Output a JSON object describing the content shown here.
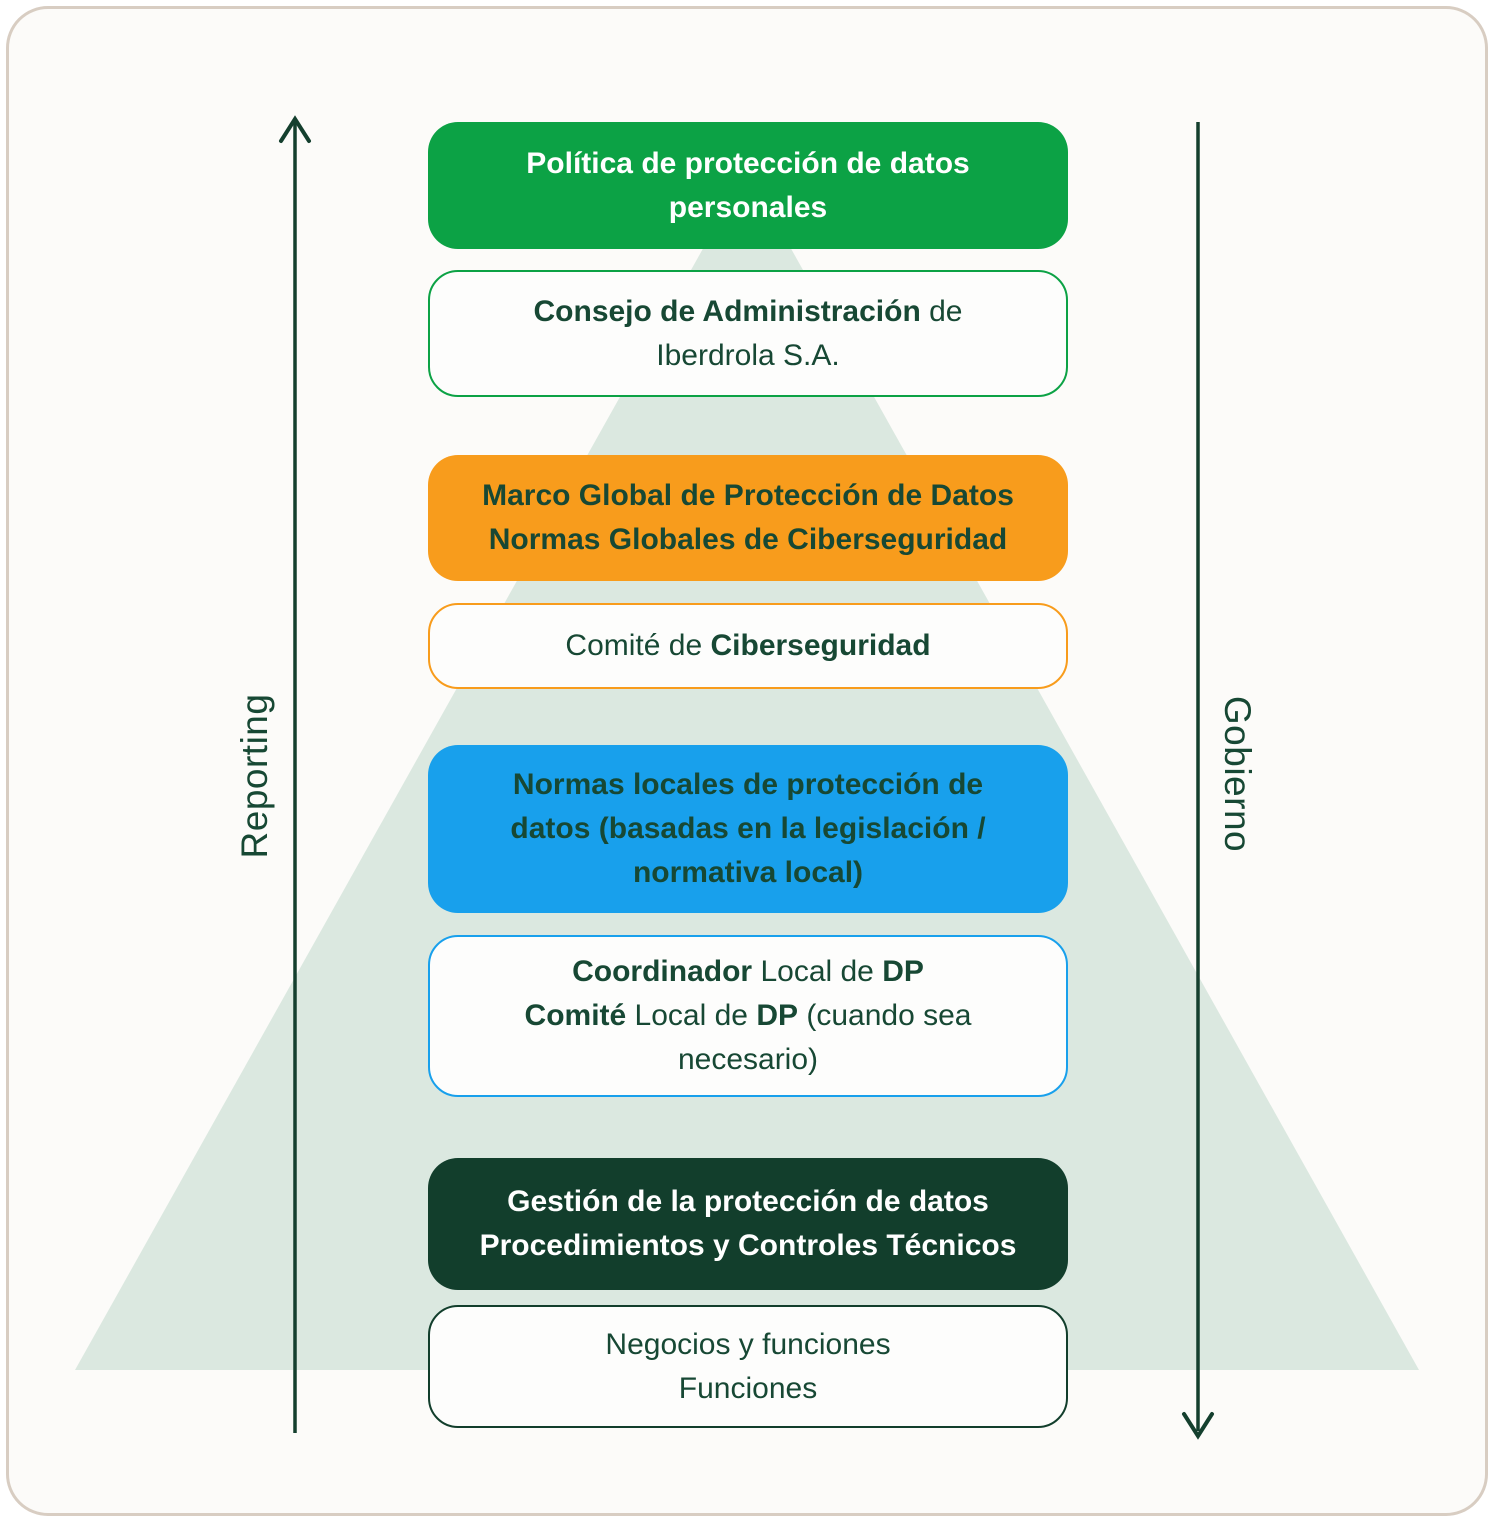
{
  "diagram": {
    "type": "pyramid-hierarchy",
    "subject": "Data protection governance model"
  },
  "left_axis": {
    "label": "Reporting"
  },
  "right_axis": {
    "label": "Gobierno"
  },
  "colors": {
    "green": "#0ca245",
    "orange": "#f89c1c",
    "blue": "#18a0ec",
    "dark_green": "#123e2c",
    "ink_text": "#174834",
    "arrow": "#143f2e",
    "pyramid_fill": "#dbe8e0",
    "card_border": "#d8cdc2",
    "card_background": "#fcfbf9",
    "outline_box_background": "#fdfdfc"
  },
  "boxes": [
    {
      "name": "box-politica-proteccion-datos",
      "variant": "solid-green",
      "lines": [
        [
          {
            "text": "Política de protección de datos",
            "bold": true
          }
        ],
        [
          {
            "text": "personales",
            "bold": true
          }
        ]
      ]
    },
    {
      "name": "box-consejo-administracion",
      "variant": "outline-green",
      "lines": [
        [
          {
            "text": "Consejo de Administración",
            "bold": true
          },
          {
            "text": " de",
            "bold": false
          }
        ],
        [
          {
            "text": "Iberdrola S.A.",
            "bold": false
          }
        ]
      ]
    },
    {
      "name": "box-marco-global",
      "variant": "solid-orange",
      "lines": [
        [
          {
            "text": "Marco Global de Protección de Datos",
            "bold": true
          }
        ],
        [
          {
            "text": "Normas Globales de Ciberseguridad",
            "bold": true
          }
        ]
      ]
    },
    {
      "name": "box-comite-ciberseguridad",
      "variant": "outline-orange",
      "lines": [
        [
          {
            "text": "Comité de ",
            "bold": false
          },
          {
            "text": "Ciberseguridad",
            "bold": true
          }
        ]
      ]
    },
    {
      "name": "box-normas-locales",
      "variant": "solid-blue",
      "lines": [
        [
          {
            "text": "Normas locales de protección de",
            "bold": true
          }
        ],
        [
          {
            "text": "datos (basadas en la legislación /",
            "bold": true
          }
        ],
        [
          {
            "text": "normativa local)",
            "bold": true
          }
        ]
      ]
    },
    {
      "name": "box-coordinador-local-dp",
      "variant": "outline-blue",
      "lines": [
        [
          {
            "text": "Coordinador",
            "bold": true
          },
          {
            "text": " Local de ",
            "bold": false
          },
          {
            "text": "DP",
            "bold": true
          }
        ],
        [
          {
            "text": "Comité",
            "bold": true
          },
          {
            "text": " Local de ",
            "bold": false
          },
          {
            "text": "DP",
            "bold": true
          },
          {
            "text": " (cuando sea",
            "bold": false
          }
        ],
        [
          {
            "text": "necesario)",
            "bold": false
          }
        ]
      ]
    },
    {
      "name": "box-gestion-proteccion-datos",
      "variant": "solid-dark",
      "lines": [
        [
          {
            "text": "Gestión de la protección de datos",
            "bold": true
          }
        ],
        [
          {
            "text": "Procedimientos y Controles Técnicos",
            "bold": true
          }
        ]
      ]
    },
    {
      "name": "box-negocios-funciones",
      "variant": "outline-dark",
      "lines": [
        [
          {
            "text": "Negocios y funciones",
            "bold": false
          }
        ],
        [
          {
            "text": "Funciones",
            "bold": false
          }
        ]
      ]
    }
  ]
}
